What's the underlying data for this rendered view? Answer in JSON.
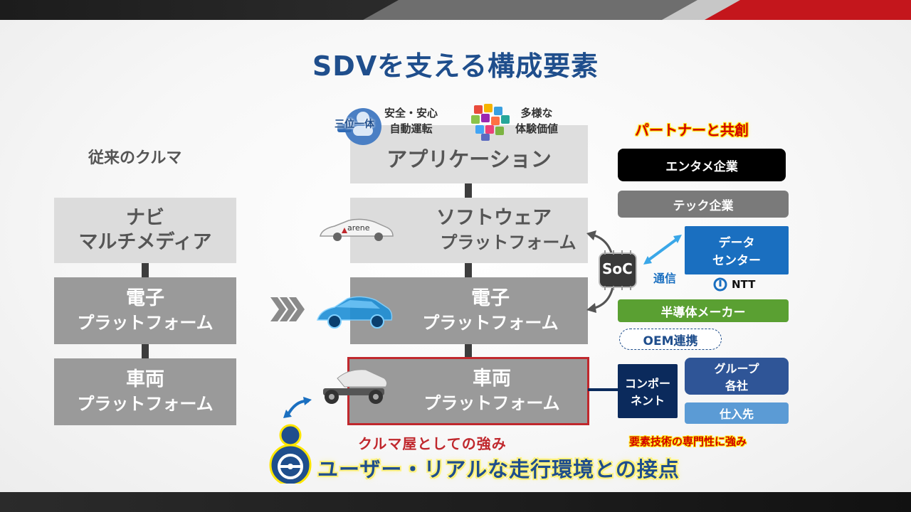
{
  "title": "SDVを支える構成要素",
  "left_column": {
    "label": "従来のクルマ",
    "blocks": [
      {
        "line1": "ナビ",
        "line2": "マルチメディア"
      },
      {
        "line1": "電子",
        "line2": "プラットフォーム"
      },
      {
        "line1": "車両",
        "line2": "プラットフォーム"
      }
    ]
  },
  "center_column": {
    "app_captions": {
      "safety": [
        "安全・安心",
        "自動運転"
      ],
      "experience": [
        "多様な",
        "体験価値"
      ],
      "badge_text": "三位一体"
    },
    "blocks": [
      {
        "line1": "アプリケーション"
      },
      {
        "line1": "ソフトウェア",
        "line2": "プラットフォーム"
      },
      {
        "line1": "電子",
        "line2": "プラットフォーム"
      },
      {
        "line1": "車両",
        "line2": "プラットフォーム"
      }
    ],
    "arene_label": "arene",
    "strength_label": "クルマ屋としての強み",
    "touchpoint_label": "ユーザー・リアルな走行環境との接点"
  },
  "right_column": {
    "partner_title": "パートナーと共創",
    "entertainment": "エンタメ企業",
    "tech": "テック企業",
    "soc": "SoC",
    "data_center": [
      "データ",
      "センター"
    ],
    "comm": "通信",
    "ntt": "NTT",
    "semiconductor": "半導体メーカー",
    "oem": "OEM連携",
    "component": [
      "コンポー",
      "ネント"
    ],
    "group": [
      "グループ",
      "各社"
    ],
    "supplier": "仕入先",
    "strength_note": "要素技術の専門性に強み"
  },
  "colors": {
    "title_blue": "#1f4e8c",
    "accent_red": "#c0282d",
    "entertainment_bg": "#000000",
    "tech_bg": "#7a7a7a",
    "data_center_bg": "#1a6fc0",
    "semiconductor_bg": "#5aa032",
    "group_bg": "#2f5597",
    "supplier_bg": "#5b9bd5",
    "component_bg": "#0b2a5c"
  }
}
